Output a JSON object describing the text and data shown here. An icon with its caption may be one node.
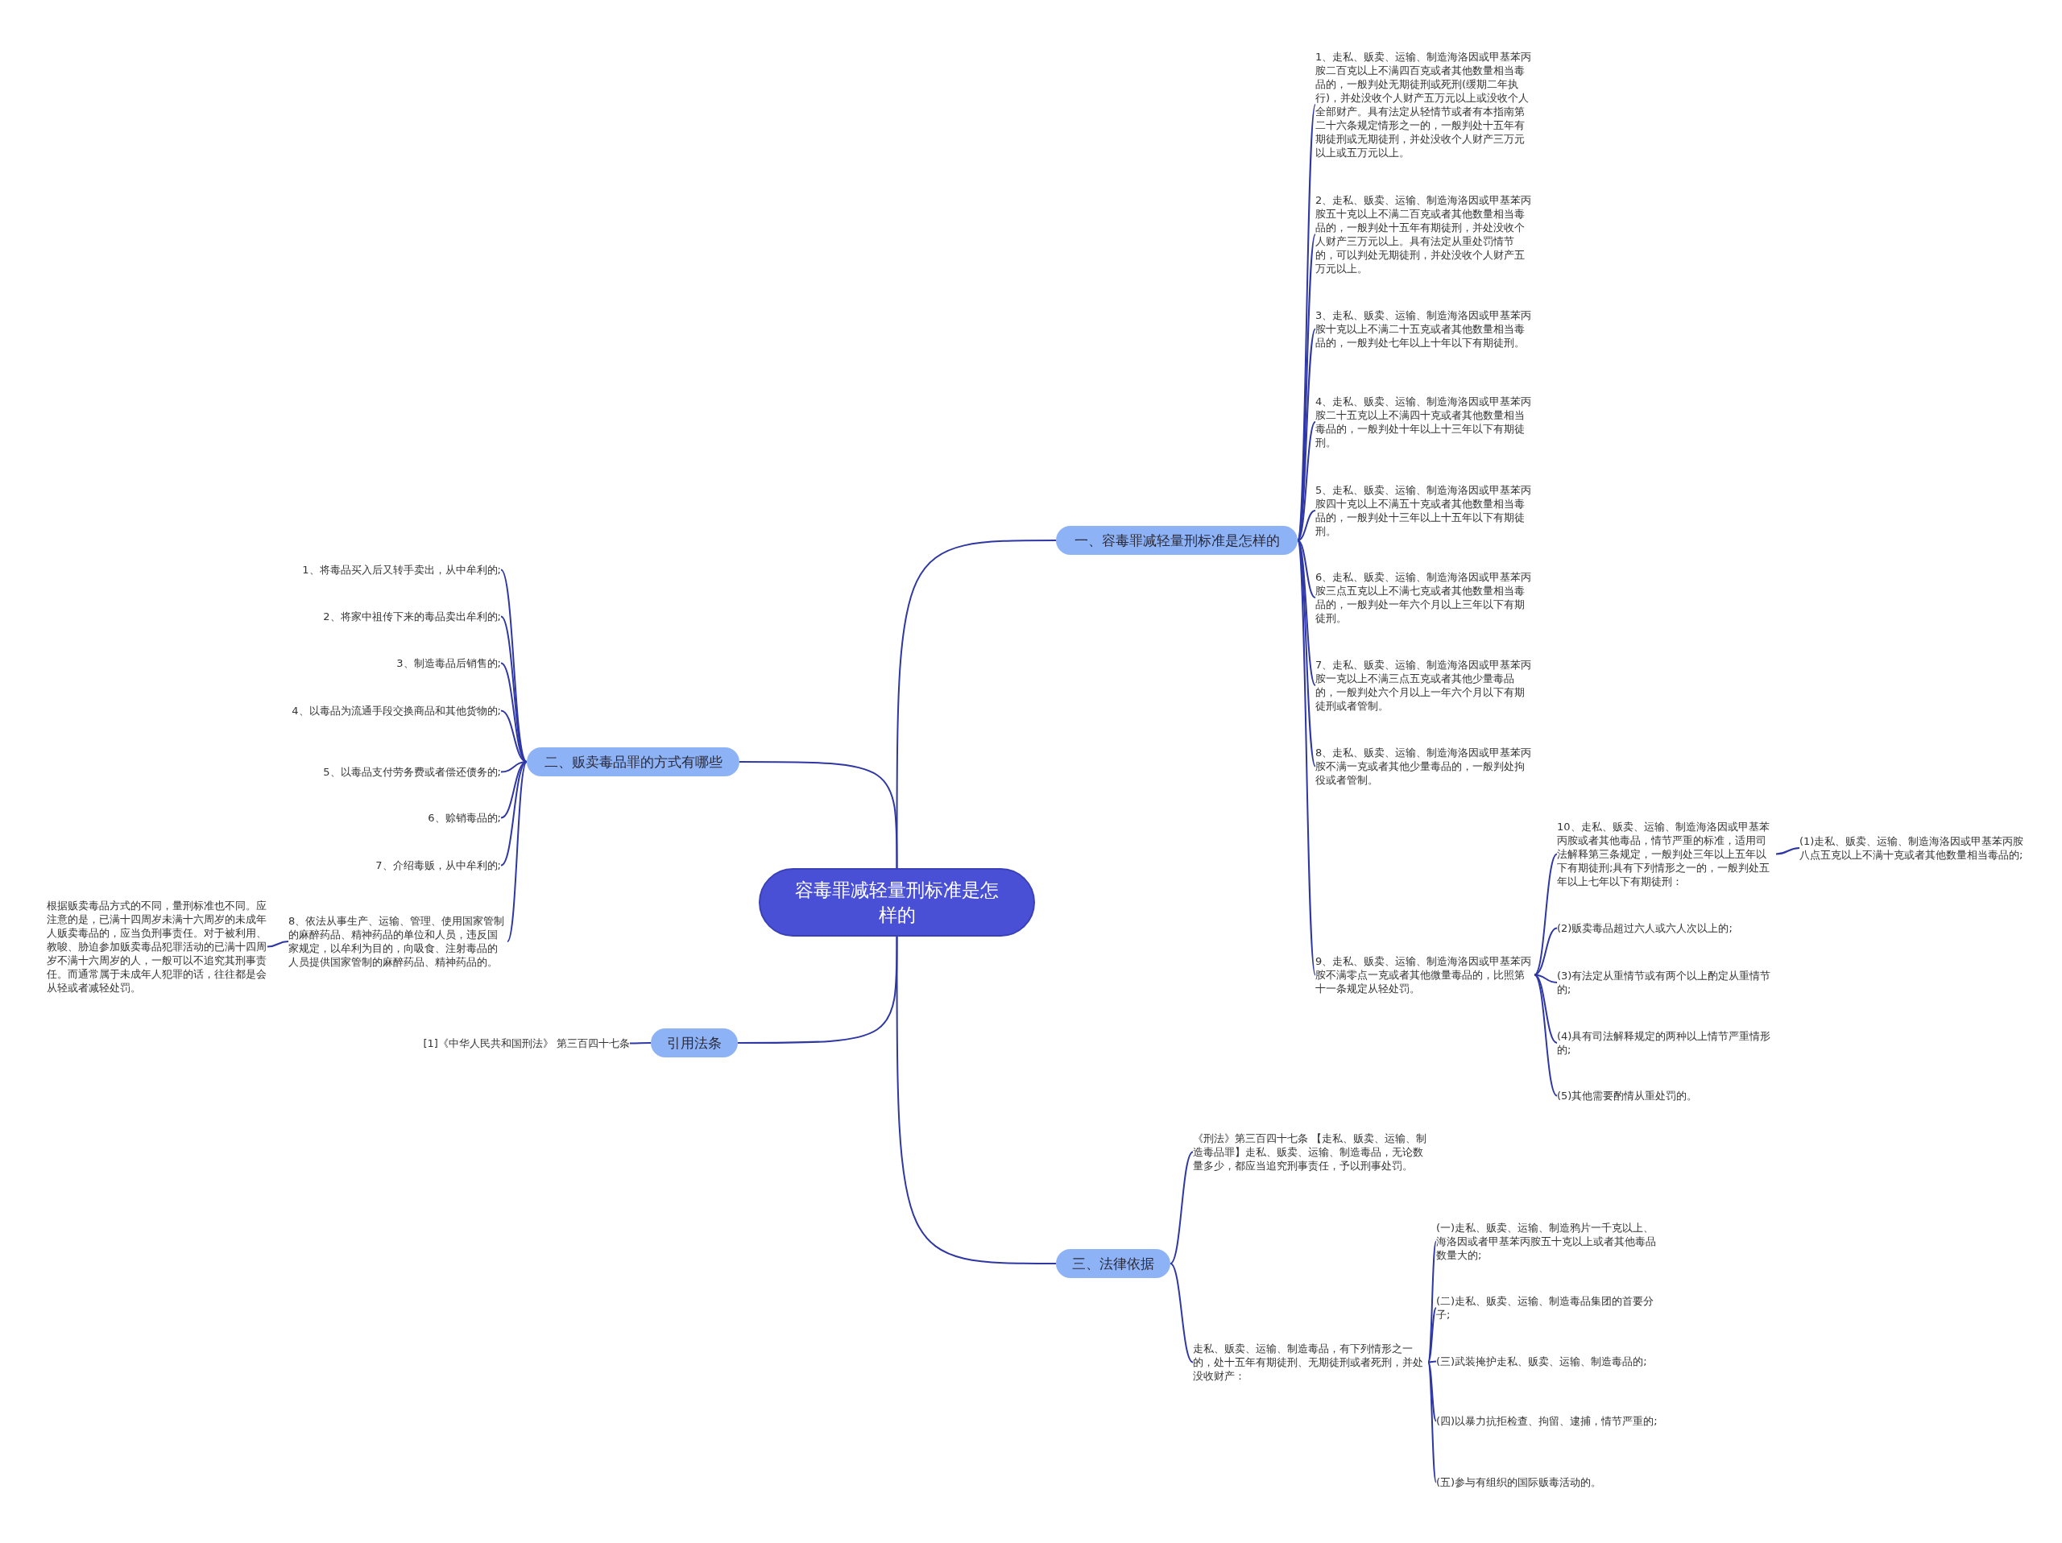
{
  "diagram": {
    "nodes": [
      {
        "text": [
          "容毒罪减轻量刑标准是怎样的"
        ]
      },
      {
        "text": [
          "一、容毒罪减轻量刑标准是怎样的"
        ]
      },
      {
        "text": [
          "1、走私、贩卖、运输、制造海洛因或甲基苯丙胺二百克以上不满四百克或者其他数量相当毒品的，一般判处无期徒刑或死刑(缓期二年执行)，并处没收个人财产五万元以上或没收个人全部财产。具有法定从轻情节或者有本指南第二十六条规定情形之一的，一般判处十五年有期徒刑或无期徒刑，并处没收个人财产三万元以上或五万元以上。"
        ]
      },
      {
        "text": [
          "2、走私、贩卖、运输、制造海洛因或甲基苯丙胺五十克以上不满二百克或者其他数量相当毒品的，一般判处十五年有期徒刑，并处没收个人财产三万元以上。具有法定从重处罚情节的，可以判处无期徒刑，并处没收个人财产五万元以上。"
        ]
      },
      {
        "text": [
          "3、走私、贩卖、运输、制造海洛因或甲基苯丙胺十克以上不满二十五克或者其他数量相当毒品的，一般判处七年以上十年以下有期徒刑。"
        ]
      },
      {
        "text": [
          "4、走私、贩卖、运输、制造海洛因或甲基苯丙胺二十五克以上不满四十克或者其他数量相当毒品的，一般判处十年以上十三年以下有期徒刑。"
        ]
      },
      {
        "text": [
          "5、走私、贩卖、运输、制造海洛因或甲基苯丙胺四十克以上不满五十克或者其他数量相当毒品的，一般判处十三年以上十五年以下有期徒刑。"
        ]
      },
      {
        "text": [
          "6、走私、贩卖、运输、制造海洛因或甲基苯丙胺三点五克以上不满七克或者其他数量相当毒品的，一般判处一年六个月以上三年以下有期徒刑。"
        ]
      },
      {
        "text": [
          "7、走私、贩卖、运输、制造海洛因或甲基苯丙胺一克以上不满三点五克或者其他少量毒品的，一般判处六个月以上一年六个月以下有期徒刑或者管制。"
        ]
      },
      {
        "text": [
          "8、走私、贩卖、运输、制造海洛因或甲基苯丙胺不满一克或者其他少量毒品的，一般判处拘役或者管制。"
        ]
      },
      {
        "text": [
          "9、走私、贩卖、运输、制造海洛因或甲基苯丙胺不满零点一克或者其他微量毒品的，比照第十一条规定从轻处罚。"
        ]
      },
      {
        "text": [
          "10、走私、贩卖、运输、制造海洛因或甲基苯丙胺或者其他毒品，情节严重的标准，适用司法解释第三条规定，一般判处三年以上五年以下有期徒刑;具有下列情形之一的，一般判处五年以上七年以下有期徒刑："
        ]
      },
      {
        "text": [
          "(1)走私、贩卖、运输、制造海洛因或甲基苯丙胺八点五克以上不满十克或者其他数量相当毒品的;"
        ]
      },
      {
        "text": [
          "(2)贩卖毒品超过六人或六人次以上的;"
        ]
      },
      {
        "text": [
          "(3)有法定从重情节或有两个以上酌定从重情节的;"
        ]
      },
      {
        "text": [
          "(4)具有司法解释规定的两种以上情节严重情形的;"
        ]
      },
      {
        "text": [
          "(5)其他需要酌情从重处罚的。"
        ]
      },
      {
        "text": [
          "二、贩卖毒品罪的方式有哪些"
        ]
      },
      {
        "text": [
          "1、将毒品买入后又转手卖出，从中牟利的;"
        ]
      },
      {
        "text": [
          "2、将家中祖传下来的毒品卖出牟利的;"
        ]
      },
      {
        "text": [
          "3、制造毒品后销售的;"
        ]
      },
      {
        "text": [
          "4、以毒品为流通手段交换商品和其他货物的;"
        ]
      },
      {
        "text": [
          "5、以毒品支付劳务费或者偿还债务的;"
        ]
      },
      {
        "text": [
          "6、赊销毒品的;"
        ]
      },
      {
        "text": [
          "7、介绍毒贩，从中牟利的;"
        ]
      },
      {
        "text": [
          "8、依法从事生产、运输、管理、使用国家管制的麻醉药品、精神药品的单位和人员，违反国家规定，以牟利为目的，向吸食、注射毒品的人员提供国家管制的麻醉药品、精神药品的。"
        ]
      },
      {
        "text": [
          "根据贩卖毒品方式的不同，量刑标准也不同。应注意的是，已满十四周岁未满十六周岁的未成年人贩卖毒品的，应当负刑事责任。对于被利用、教唆、胁迫参加贩卖毒品犯罪活动的已满十四周岁不满十六周岁的人，一般可以不追究其刑事责任。而通常属于未成年人犯罪的话，往往都是会从轻或者减轻处罚。"
        ]
      },
      {
        "text": [
          "引用法条"
        ]
      },
      {
        "text": [
          "[1]《中华人民共和国刑法》 第三百四十七条"
        ]
      },
      {
        "text": [
          "三、法律依据"
        ]
      },
      {
        "text": [
          "《刑法》第三百四十七条 【走私、贩卖、运输、制造毒品罪】走私、贩卖、运输、制造毒品，无论数量多少，都应当追究刑事责任，予以刑事处罚。"
        ]
      },
      {
        "text": [
          "走私、贩卖、运输、制造毒品，有下列情形之一的，处十五年有期徒刑、无期徒刑或者死刑，并处没收财产："
        ]
      },
      {
        "text": [
          "(一)走私、贩卖、运输、制造鸦片一千克以上、海洛因或者甲基苯丙胺五十克以上或者其他毒品数量大的;"
        ]
      },
      {
        "text": [
          "(二)走私、贩卖、运输、制造毒品集团的首要分子;"
        ]
      },
      {
        "text": [
          "(三)武装掩护走私、贩卖、运输、制造毒品的;"
        ]
      },
      {
        "text": [
          "(四)以暴力抗拒检查、拘留、逮捕，情节严重的;"
        ]
      },
      {
        "text": [
          "(五)参与有组织的国际贩毒活动的。"
        ]
      }
    ],
    "edges": [
      {
        "from": 0,
        "to": 1,
        "arrow": "none"
      },
      {
        "from": 1,
        "to": 2,
        "arrow": "none"
      },
      {
        "from": 1,
        "to": 3,
        "arrow": "none"
      },
      {
        "from": 1,
        "to": 4,
        "arrow": "none"
      },
      {
        "from": 1,
        "to": 5,
        "arrow": "none"
      },
      {
        "from": 1,
        "to": 6,
        "arrow": "none"
      },
      {
        "from": 1,
        "to": 7,
        "arrow": "none"
      },
      {
        "from": 1,
        "to": 8,
        "arrow": "none"
      },
      {
        "from": 1,
        "to": 9,
        "arrow": "none"
      },
      {
        "from": 1,
        "to": 10,
        "arrow": "none"
      },
      {
        "from": 10,
        "to": 11,
        "arrow": "none"
      },
      {
        "from": 11,
        "to": 12,
        "arrow": "none"
      },
      {
        "from": 10,
        "to": 13,
        "arrow": "none"
      },
      {
        "from": 10,
        "to": 14,
        "arrow": "none"
      },
      {
        "from": 10,
        "to": 15,
        "arrow": "none"
      },
      {
        "from": 10,
        "to": 16,
        "arrow": "none"
      },
      {
        "from": 0,
        "to": 17,
        "arrow": "none"
      },
      {
        "from": 17,
        "to": 18,
        "arrow": "none"
      },
      {
        "from": 17,
        "to": 19,
        "arrow": "none"
      },
      {
        "from": 17,
        "to": 20,
        "arrow": "none"
      },
      {
        "from": 17,
        "to": 21,
        "arrow": "none"
      },
      {
        "from": 17,
        "to": 22,
        "arrow": "none"
      },
      {
        "from": 17,
        "to": 23,
        "arrow": "none"
      },
      {
        "from": 17,
        "to": 24,
        "arrow": "none"
      },
      {
        "from": 17,
        "to": 25,
        "arrow": "none"
      },
      {
        "from": 25,
        "to": 26,
        "arrow": "none"
      },
      {
        "from": 0,
        "to": 27,
        "arrow": "none"
      },
      {
        "from": 27,
        "to": 28,
        "arrow": "none"
      },
      {
        "from": 0,
        "to": 29,
        "arrow": "none"
      },
      {
        "from": 29,
        "to": 30,
        "arrow": "none"
      },
      {
        "from": 29,
        "to": 31,
        "arrow": "none"
      },
      {
        "from": 31,
        "to": 32,
        "arrow": "none"
      },
      {
        "from": 31,
        "to": 33,
        "arrow": "none"
      },
      {
        "from": 31,
        "to": 34,
        "arrow": "none"
      },
      {
        "from": 31,
        "to": 35,
        "arrow": "none"
      },
      {
        "from": 31,
        "to": 36,
        "arrow": "none"
      }
    ]
  }
}
